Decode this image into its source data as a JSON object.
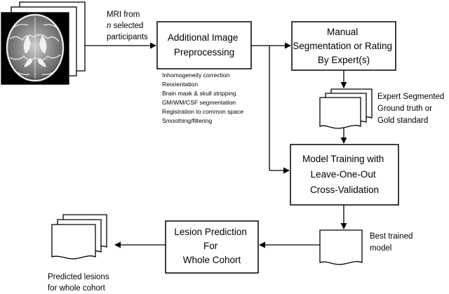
{
  "mri_label": {
    "line1": "MRI from",
    "line2_n": "n",
    "line2_rest": " selected",
    "line3": "participants"
  },
  "preprocess_box": {
    "line1": "Additional Image",
    "line2": "Preprocessing"
  },
  "preprocess_steps": [
    "Inhomogeneity correction",
    "Reorientation",
    "Brain mask & skull stripping",
    "GM/WM/CSF segmentation",
    "Registration to common space",
    "Smoothing/filtering"
  ],
  "manual_box": {
    "line1": "Manual",
    "line2": "Segmentation or Rating",
    "line3": "By Expert(s)"
  },
  "expert_label": {
    "line1": "Expert Segmented",
    "line2": "Ground truth or",
    "line3": "Gold standard"
  },
  "training_box": {
    "line1": "Model Training with",
    "line2": "Leave-One-Out",
    "line3": "Cross-Validation"
  },
  "best_label": {
    "line1": "Best trained",
    "line2": "model"
  },
  "prediction_box": {
    "line1": "Lesion Prediction",
    "line2": "For",
    "line3": "Whole Cohort"
  },
  "predicted_label": {
    "line1": "Predicted lesions",
    "line2": "for whole cohort"
  },
  "colors": {
    "line": "#000000",
    "box_fill": "#ffffff",
    "mri_background": "#000000"
  }
}
